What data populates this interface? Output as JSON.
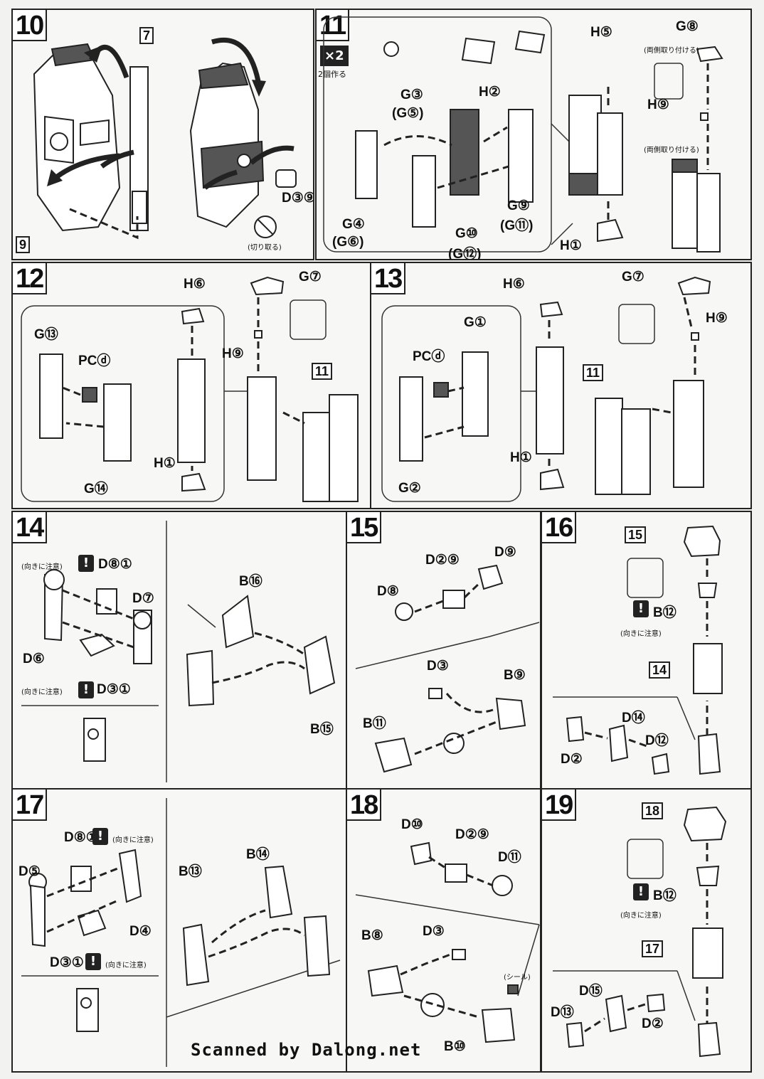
{
  "steps": [
    {
      "num": "10",
      "refs": [
        "7",
        "9"
      ],
      "parts": [
        "D③⑨"
      ],
      "note": "(切り取る)"
    },
    {
      "num": "11",
      "multiplier": "×2",
      "multiplier_note": "2個作る",
      "parts": [
        "H⑤",
        "H②",
        "G③",
        "(G⑤)",
        "G④",
        "(G⑥)",
        "G⑩",
        "(G⑫)",
        "G⑨",
        "(G⑪)",
        "H①",
        "G⑧",
        "H⑨"
      ],
      "notes": [
        "(両側取り付ける)",
        "(両側取り付ける)"
      ]
    },
    {
      "num": "12",
      "refs": [
        "11"
      ],
      "parts": [
        "H⑥",
        "G⑦",
        "G⑬",
        "PCⓓ",
        "H⑨",
        "G⑭",
        "H①"
      ]
    },
    {
      "num": "13",
      "refs": [
        "11"
      ],
      "parts": [
        "H⑥",
        "G⑦",
        "G①",
        "PCⓓ",
        "H⑨",
        "G②",
        "H①"
      ]
    },
    {
      "num": "14",
      "parts": [
        "D⑧①",
        "D⑦",
        "D⑥",
        "D③①",
        "B⑯",
        "B⑮"
      ],
      "notes": [
        "(向きに注意)",
        "(向きに注意)"
      ]
    },
    {
      "num": "15",
      "parts": [
        "D②⑨",
        "D⑨",
        "D⑧",
        "D③",
        "B⑨",
        "B⑪"
      ]
    },
    {
      "num": "16",
      "refs": [
        "15",
        "14"
      ],
      "parts": [
        "B⑫",
        "D⑭",
        "D⑫",
        "D②"
      ],
      "notes": [
        "(向きに注意)"
      ]
    },
    {
      "num": "17",
      "parts": [
        "D⑧①",
        "D⑤",
        "B⑭",
        "B⑬",
        "D④",
        "D③①"
      ],
      "notes": [
        "(向きに注意)",
        "(向きに注意)"
      ]
    },
    {
      "num": "18",
      "parts": [
        "D⑩",
        "D②⑨",
        "D⑪",
        "B⑧",
        "D③",
        "B⑩"
      ],
      "notes": [
        "(シール)"
      ]
    },
    {
      "num": "19",
      "refs": [
        "18",
        "17"
      ],
      "parts": [
        "B⑫",
        "D⑮",
        "D⑬",
        "D②"
      ],
      "notes": [
        "(向きに注意)"
      ]
    }
  ],
  "footer": {
    "credit": "Scanned by Dalong.net"
  }
}
